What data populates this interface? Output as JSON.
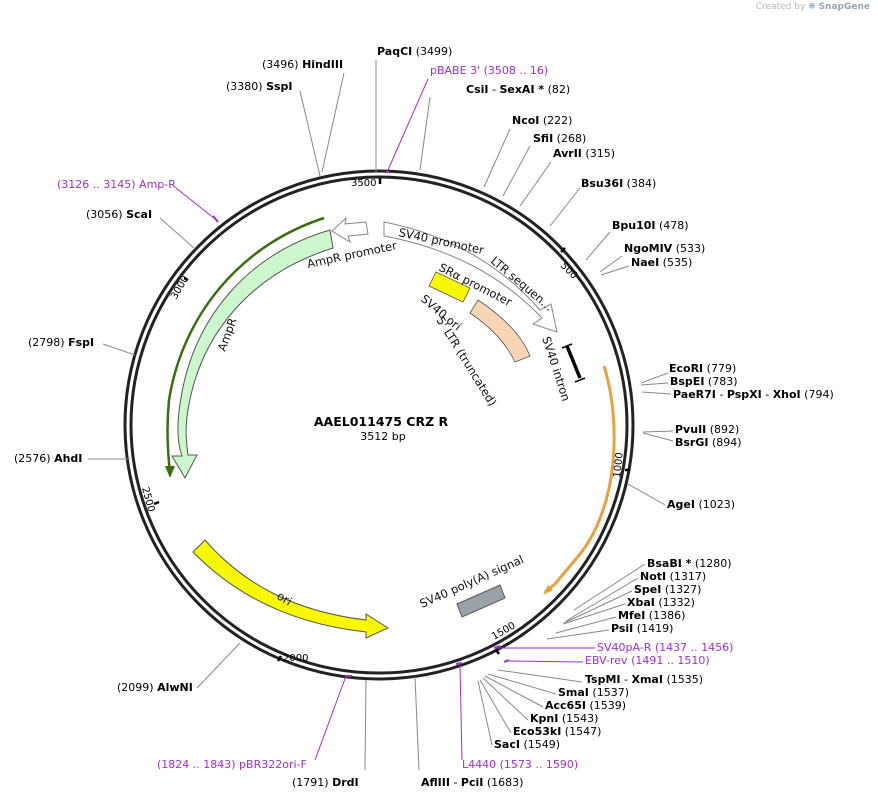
{
  "credit": {
    "prefix": "Created by",
    "brand": "SnapGene"
  },
  "plasmid": {
    "name": "AAEL011475 CRZ R",
    "size": "3512 bp"
  },
  "ticks": [
    "500",
    "1000",
    "1500",
    "2000",
    "2500",
    "3000",
    "3500"
  ],
  "features": [
    {
      "label": "SV40 promoter",
      "color": "#ffffff"
    },
    {
      "label": "LTR sequen…",
      "color": "#ffffff"
    },
    {
      "label": "SRα promoter",
      "color": "#ffffff"
    },
    {
      "label": "SV40 ori",
      "color": "#f8f800"
    },
    {
      "label": "5' LTR (truncated)",
      "color": "#f8d6b5"
    },
    {
      "label": "SV40 intron",
      "color": "#000000"
    },
    {
      "label": "AmpR promoter",
      "color": "#ffffff"
    },
    {
      "label": "AmpR",
      "color": "#ccf7cc"
    },
    {
      "label": "ori",
      "color": "#f8f800"
    },
    {
      "label": "SV40 poly(A) signal",
      "color": "#99a1a9"
    }
  ],
  "sites": [
    {
      "name": "PaqCI",
      "pos": "(3499)"
    },
    {
      "name": "HindIII",
      "pos": "(3496)"
    },
    {
      "name": "SspI",
      "pos": "(3380)"
    },
    {
      "name": "CsiI",
      "name2": "SexAI *",
      "pos": "(82)"
    },
    {
      "name": "NcoI",
      "pos": "(222)"
    },
    {
      "name": "SfiI",
      "pos": "(268)"
    },
    {
      "name": "AvrII",
      "pos": "(315)"
    },
    {
      "name": "Bsu36I",
      "pos": "(384)"
    },
    {
      "name": "Bpu10I",
      "pos": "(478)"
    },
    {
      "name": "NgoMIV",
      "pos": "(533)"
    },
    {
      "name": "NaeI",
      "pos": "(535)"
    },
    {
      "name": "EcoRI",
      "pos": "(779)"
    },
    {
      "name": "BspEI",
      "pos": "(783)"
    },
    {
      "name": "PaeR7I",
      "name2": "PspXI",
      "name3": "XhoI",
      "pos": "(794)"
    },
    {
      "name": "PvuII",
      "pos": "(892)"
    },
    {
      "name": "BsrGI",
      "pos": "(894)"
    },
    {
      "name": "AgeI",
      "pos": "(1023)"
    },
    {
      "name": "BsaBI *",
      "pos": "(1280)"
    },
    {
      "name": "NotI",
      "pos": "(1317)"
    },
    {
      "name": "SpeI",
      "pos": "(1327)"
    },
    {
      "name": "XbaI",
      "pos": "(1332)"
    },
    {
      "name": "MfeI",
      "pos": "(1386)"
    },
    {
      "name": "PsiI",
      "pos": "(1419)"
    },
    {
      "name": "TspMI",
      "name2": "XmaI",
      "pos": "(1535)"
    },
    {
      "name": "SmaI",
      "pos": "(1537)"
    },
    {
      "name": "Acc65I",
      "pos": "(1539)"
    },
    {
      "name": "KpnI",
      "pos": "(1543)"
    },
    {
      "name": "Eco53kI",
      "pos": "(1547)"
    },
    {
      "name": "SacI",
      "pos": "(1549)"
    },
    {
      "name": "AflIII",
      "name2": "PciI",
      "pos": "(1683)"
    },
    {
      "name": "DrdI",
      "pos": "(1791)"
    },
    {
      "name": "AlwNI",
      "pos": "(2099)"
    },
    {
      "name": "AhdI",
      "pos": "(2576)"
    },
    {
      "name": "FspI",
      "pos": "(2798)"
    },
    {
      "name": "ScaI",
      "pos": "(3056)"
    }
  ],
  "primers": [
    {
      "name": "pBABE 3'",
      "range": "(3508 .. 16)"
    },
    {
      "name": "Amp-R",
      "range": "(3126 .. 3145)"
    },
    {
      "name": "SV40pA-R",
      "range": "(1437 .. 1456)"
    },
    {
      "name": "EBV-rev",
      "range": "(1491 .. 1510)"
    },
    {
      "name": "L4440",
      "range": "(1573 .. 1590)"
    },
    {
      "name": "pBR322ori-F",
      "range": "(1824 .. 1843)"
    }
  ]
}
